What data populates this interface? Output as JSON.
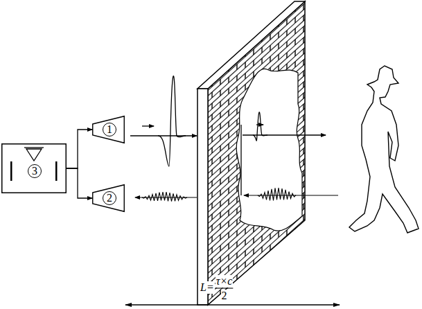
{
  "diagram": {
    "nodes": [
      {
        "text": [
          "3"
        ]
      },
      {
        "text": [
          "1"
        ]
      },
      {
        "text": [
          "2"
        ]
      }
    ],
    "edges": [
      {
        "from": 0,
        "to": 1,
        "arrow": "to"
      },
      {
        "from": 0,
        "to": 2,
        "arrow": "to"
      }
    ],
    "labels": [
      "L=",
      "τ×c",
      "2"
    ]
  }
}
